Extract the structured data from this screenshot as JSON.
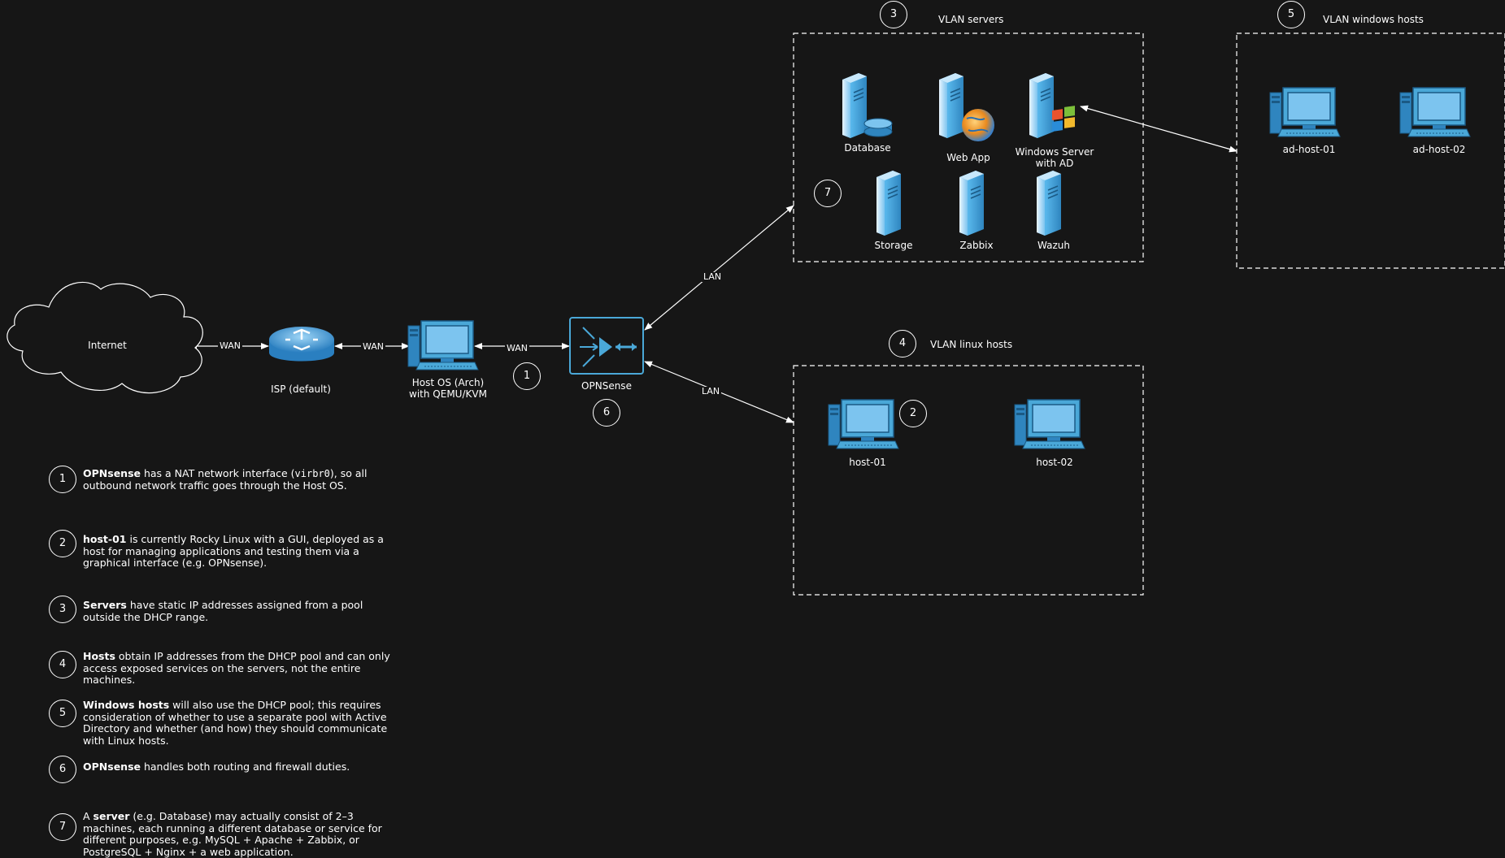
{
  "nodes": {
    "internet": "Internet",
    "isp": "ISP (default)",
    "host_os_line1": "Host OS (Arch)",
    "host_os_line2": "with QEMU/KVM",
    "opnsense": "OPNSense",
    "database": "Database",
    "web_app": "Web App",
    "windows_server_line1": "Windows Server",
    "windows_server_line2": "with AD",
    "storage": "Storage",
    "zabbix": "Zabbix",
    "wazuh": "Wazuh",
    "host_01": "host-01",
    "host_02": "host-02",
    "ad_host_01": "ad-host-01",
    "ad_host_02": "ad-host-02"
  },
  "groups": {
    "vlan_servers": "VLAN servers",
    "vlan_linux": "VLAN linux hosts",
    "vlan_windows": "VLAN windows hosts"
  },
  "edges": {
    "wan1": "WAN",
    "wan2": "WAN",
    "wan3": "WAN",
    "lan_servers": "LAN",
    "lan_hosts": "LAN"
  },
  "markers": {
    "m1": "1",
    "m2": "2",
    "m3": "3",
    "m4": "4",
    "m5": "5",
    "m6": "6",
    "m7": "7"
  },
  "notes": [
    {
      "num": "1",
      "bold": "OPNsense",
      "pre": " has a NAT network interface (",
      "code": "virbr0",
      "post": "), so all outbound network traffic goes through the Host OS."
    },
    {
      "num": "2",
      "bold": "host-01",
      "text": " is currently Rocky Linux with a GUI, deployed as a host for managing applications and testing them via a graphical interface (e.g. OPNsense)."
    },
    {
      "num": "3",
      "bold": "Servers",
      "text": " have static IP addresses assigned from a pool outside the DHCP range."
    },
    {
      "num": "4",
      "bold": "Hosts",
      "text": " obtain IP addresses from the DHCP pool and can only access exposed services on the servers, not the entire machines."
    },
    {
      "num": "5",
      "bold": "Windows hosts",
      "text": " will also use the DHCP pool; this requires consideration of whether to use a separate pool with Active Directory and whether (and how) they should communicate with Linux hosts."
    },
    {
      "num": "6",
      "bold": "OPNsense",
      "text": " handles both routing and firewall duties."
    },
    {
      "num": "7",
      "lead": "A ",
      "bold": "server",
      "text": " (e.g. Database) may actually consist of 2–3 machines, each running a different database or service for different purposes, e.g. MySQL + Apache + Zabbix, or PostgreSQL + Nginx + a web application."
    }
  ],
  "colors": {
    "background": "#161616",
    "line": "#ffffff",
    "icon_blue": "#4aa8d8",
    "icon_dark": "#1b5a85"
  },
  "icons": {
    "internet": "cloud-icon",
    "isp": "router-icon",
    "host_os": "workstation-icon",
    "opnsense": "firewall-router-icon",
    "database": "database-server-icon",
    "web_app": "web-server-icon",
    "windows_server": "windows-server-icon",
    "storage": "server-icon",
    "zabbix": "server-icon",
    "wazuh": "server-icon",
    "host": "workstation-icon"
  }
}
